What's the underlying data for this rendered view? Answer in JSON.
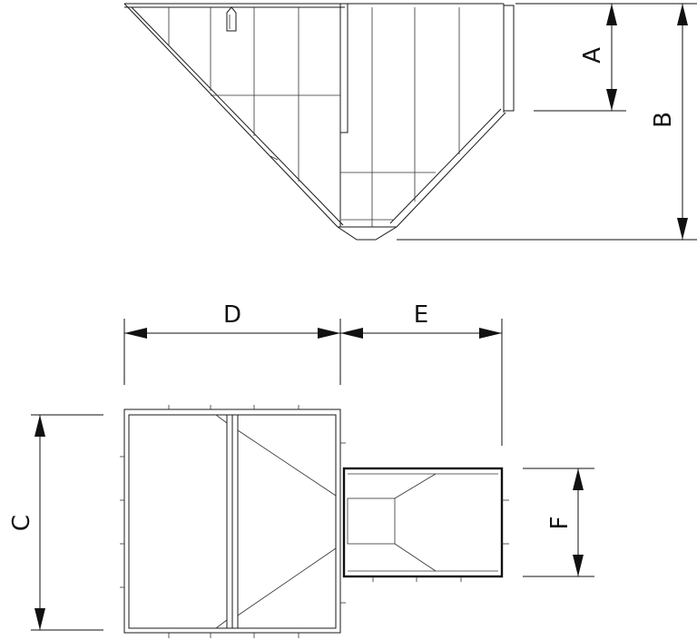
{
  "dimensions": {
    "a": "A",
    "b": "B",
    "c": "C",
    "d": "D",
    "e": "E",
    "f": "F"
  }
}
